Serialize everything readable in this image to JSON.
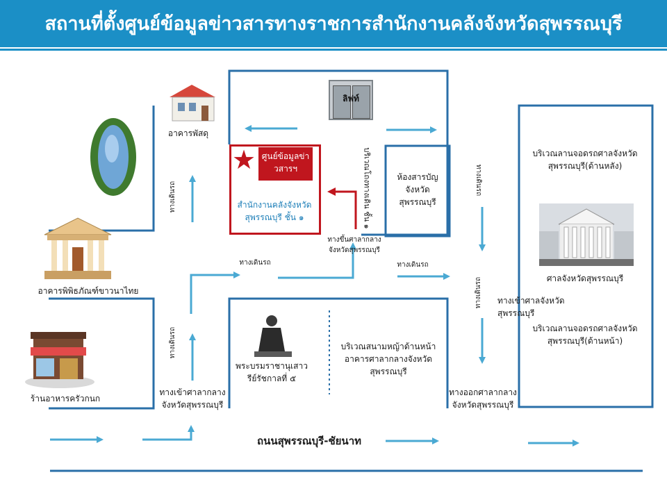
{
  "title": "สถานที่ตั้งศูนย์ข้อมูลข่าวสารทางราชการสำนักงานคลังจังหวัดสุพรรณบุรี",
  "colors": {
    "banner": "#1b8fc6",
    "frame": "#2a6fa8",
    "arrow": "#4aa9d3",
    "highlight": "#c0161e"
  },
  "labels": {
    "post_office": "อาคารพัสดุ",
    "museum": "อาคารพิพิธภัณฑ์ขาวนาไทย",
    "restaurant": "ร้านอาหารครัวกนก",
    "lift": "ลิฟท์",
    "info_center": "ศูนย์ข้อมูลข่าวสารฯ",
    "treasury_office": "สำนักงานคลังจังหวัดสุพรรณบุรี ชั้น ๑",
    "archive_room": "ห้องสารบัญจังหวัดสุพรรณบุรี",
    "walkway_floor1": "บริเวณโถงทางเดิน ชั้น ๑",
    "up_to_hall": "ทางขึ้นศาลากลางจังหวัดสุพรรณบุรี",
    "walkway": "ทางเดินรถ",
    "statue": "พระบรมราชานุเสาวรีย์รัชกาลที่ ๕",
    "front_lawn": "บริเวณสนามหญ้าด้านหน้าอาคารศาลากลางจังหวัดสุพรรณบุรี",
    "entrance_hall": "ทางเข้าศาลากลางจังหวัดสุพรรณบุรี",
    "exit_hall": "ทางออกศาลากลางจังหวัดสุพรรณบุรี",
    "parking_back": "บริเวณลานจอดรถศาลจังหวัดสุพรรณบุรี(ด้านหลัง)",
    "court": "ศาลจังหวัดสุพรรณบุรี",
    "court_entrance": "ทางเข้าศาลจังหวัดสุพรรณบุรี",
    "parking_front": "บริเวณลานจอดรถศาลจังหวัดสุพรรณบุรี(ด้านหน้า)",
    "road": "ถนนสุพรรณบุรี-ชัยนาท"
  }
}
